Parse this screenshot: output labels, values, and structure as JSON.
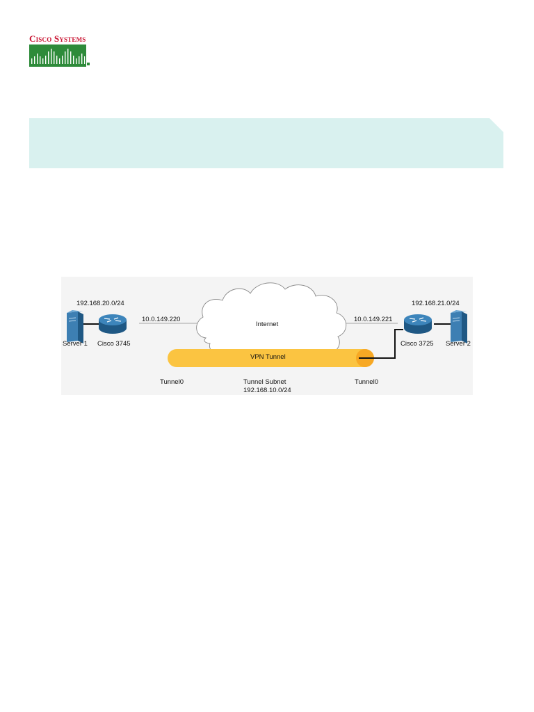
{
  "logo": {
    "text": "Cisco Systems",
    "color": "#c8102e",
    "bars_color": "#2e8b3a"
  },
  "banner": {
    "color": "#d9f1ef"
  },
  "diagram": {
    "left_network": "192.168.20.0/24",
    "right_network": "192.168.21.0/24",
    "left_wan_ip": "10.0.149.220",
    "right_wan_ip": "10.0.149.221",
    "cloud_label": "Internet",
    "tunnel_label": "VPN Tunnel",
    "left_server": "Server 1",
    "right_server": "Server 2",
    "left_router": "Cisco 3745",
    "right_router": "Cisco 3725",
    "left_tunnel_if": "Tunnel0",
    "right_tunnel_if": "Tunnel0",
    "tunnel_subnet_label": "Tunnel Subnet",
    "tunnel_subnet": "192.168.10.0/24",
    "colors": {
      "tunnel": "#fbc441",
      "router": "#2a6e9e",
      "server": "#3d7fb3",
      "background": "#f4f4f4"
    }
  }
}
